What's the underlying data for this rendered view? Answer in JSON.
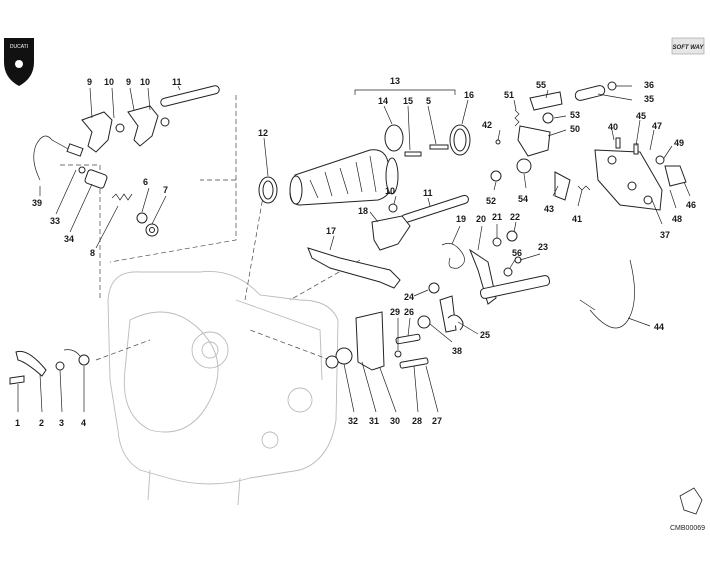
{
  "brand": {
    "logo_text": "DUCATI",
    "badge_text": "SOFT WAY"
  },
  "diagram_code": "CMB00069",
  "callouts": [
    "1",
    "2",
    "3",
    "4",
    "5",
    "6",
    "7",
    "8",
    "9",
    "10",
    "11",
    "12",
    "13",
    "14",
    "15",
    "16",
    "17",
    "18",
    "19",
    "20",
    "21",
    "22",
    "23",
    "24",
    "25",
    "26",
    "27",
    "28",
    "29",
    "30",
    "31",
    "32",
    "33",
    "34",
    "35",
    "36",
    "37",
    "38",
    "39",
    "40",
    "41",
    "42",
    "43",
    "44",
    "45",
    "46",
    "47",
    "48",
    "49",
    "50",
    "51",
    "52",
    "53",
    "54",
    "55",
    "56"
  ]
}
